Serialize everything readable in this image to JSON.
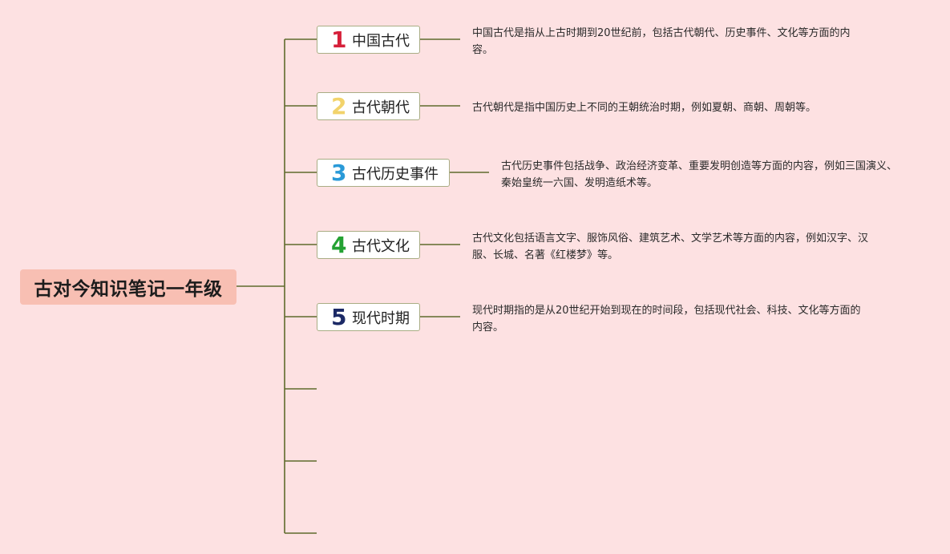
{
  "root": {
    "title": "古对今知识笔记一年级",
    "color": "#f8bfb3"
  },
  "line_color": "#5e6a2c",
  "topics": [
    {
      "number": "1",
      "number_color": "#d6203a",
      "label": "中国古代",
      "note": "中国古代是指从上古时期到20世纪前，包括古代朝代、历史事件、文化等方面的内容。"
    },
    {
      "number": "2",
      "number_color": "#f2d36b",
      "label": "古代朝代",
      "note": "古代朝代是指中国历史上不同的王朝统治时期，例如夏朝、商朝、周朝等。"
    },
    {
      "number": "3",
      "number_color": "#2a9ad8",
      "label": "古代历史事件",
      "note": "古代历史事件包括战争、政治经济变革、重要发明创造等方面的内容，例如三国演义、秦始皇统一六国、发明造纸术等。"
    },
    {
      "number": "4",
      "number_color": "#24a233",
      "label": "古代文化",
      "note": "古代文化包括语言文字、服饰风俗、建筑艺术、文学艺术等方面的内容，例如汉字、汉服、长城、名著《红楼梦》等。"
    },
    {
      "number": "5",
      "number_color": "#1c2a66",
      "label": "现代时期",
      "note": "现代时期指的是从20世纪开始到现在的时间段，包括现代社会、科技、文化等方面的内容。"
    }
  ],
  "empty_branches": 3
}
